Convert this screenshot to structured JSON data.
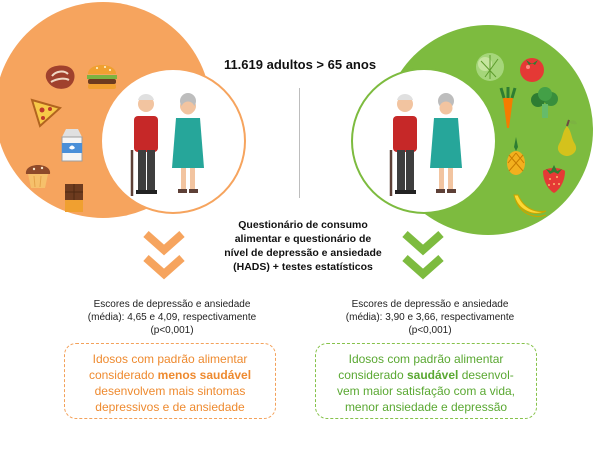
{
  "header": {
    "title": "11.619 adultos > 65 anos"
  },
  "method": {
    "line1": "Questionário de consumo",
    "line2": "alimentar e questionário de",
    "line3": "nível de depressão e ansiedade",
    "line4": "(HADS) + testes estatísticos"
  },
  "left": {
    "theme": "less-healthy",
    "color": "#f6a45e",
    "foods": [
      "steak-icon",
      "burger-icon",
      "pizza-icon",
      "milk-carton-icon",
      "muffin-icon",
      "chocolate-bar-icon"
    ],
    "scores": {
      "line1": "Escores de depressão e ansiedade",
      "line2": "(média): 4,65 e 4,09, respectivamente",
      "line3": "(p<0,001)"
    },
    "conclusion": {
      "line1": "Idosos com padrão alimentar",
      "line2_pre": "considerado ",
      "line2_bold": "menos saudável",
      "line3": "desenvolvem mais sintomas",
      "line4": "depressivos e de ansiedade"
    }
  },
  "right": {
    "theme": "healthy",
    "color": "#7dbb3f",
    "foods": [
      "cabbage-icon",
      "tomato-icon",
      "carrot-icon",
      "broccoli-icon",
      "pear-icon",
      "pineapple-icon",
      "strawberry-icon",
      "banana-icon"
    ],
    "scores": {
      "line1": "Escores de depressão e ansiedade",
      "line2": "(média): 3,90 e 3,66, respectivamente",
      "line3": "(p<0,001)"
    },
    "conclusion": {
      "line1": "Idosos com padrão alimentar",
      "line2_pre": "considerado ",
      "line2_bold": "saudável",
      "line2_post": " desenvol-",
      "line3": "vem maior satisfação com a vida,",
      "line4": "menor ansiedade e depressão"
    }
  }
}
